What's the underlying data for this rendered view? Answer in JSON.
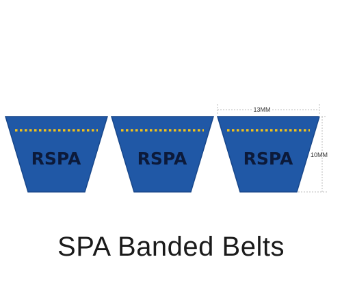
{
  "belts": [
    {
      "label": "RSPA"
    },
    {
      "label": "RSPA"
    },
    {
      "label": "RSPA"
    }
  ],
  "dimensions": {
    "width_label": "13MM",
    "height_label": "10MM"
  },
  "caption": "SPA Banded Belts",
  "colors": {
    "belt_fill": "#2058a6",
    "belt_stroke": "#18478a",
    "stitch": "#f2c21a",
    "label_text": "#0c1a3a",
    "dimension_line": "#bbbbbb"
  }
}
